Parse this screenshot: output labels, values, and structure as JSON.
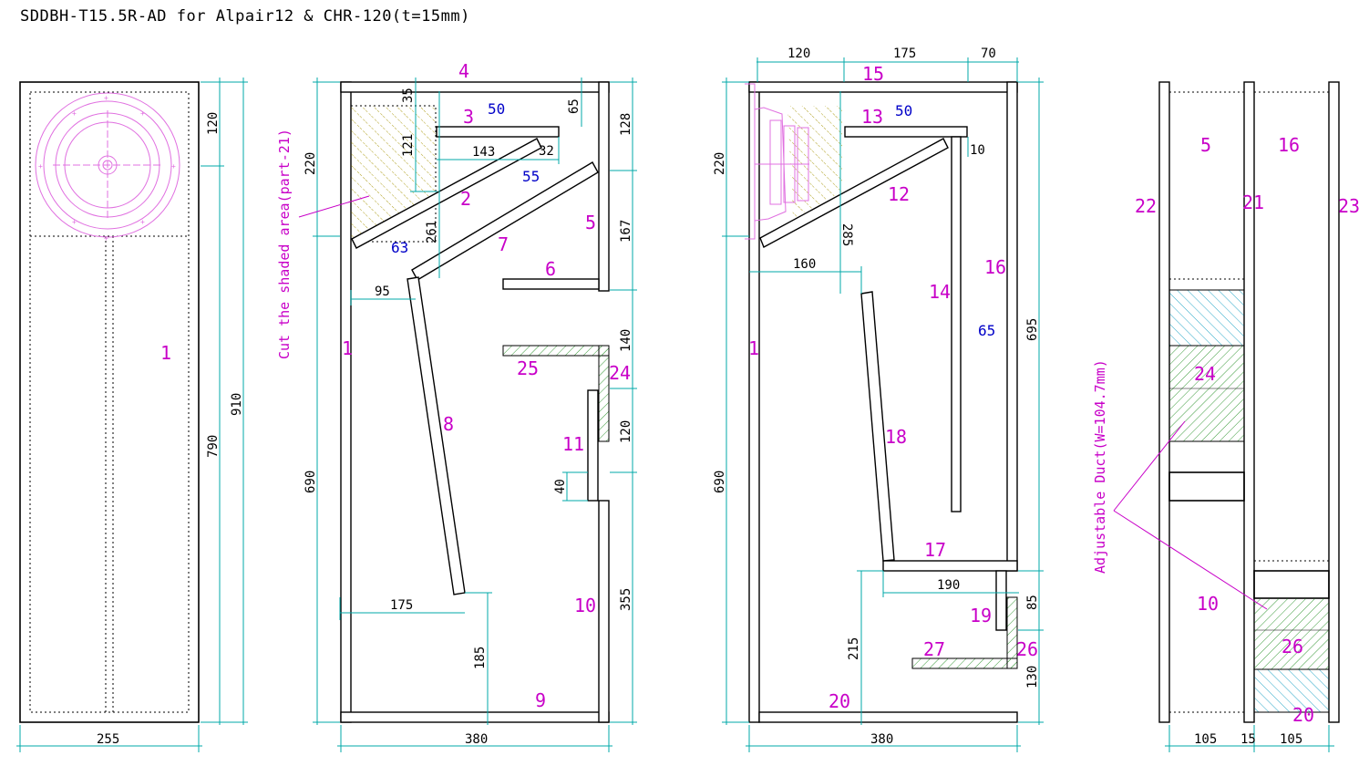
{
  "title": "SDDBH-T15.5R-AD for Alpair12 & CHR-120(t=15mm)",
  "annotations": {
    "cut_note": "Cut the shaded area(part-21)",
    "duct_note": "Adjustable Duct(W=104.7mm)"
  },
  "front_view": {
    "part_labels": [
      "1"
    ],
    "dims": [
      "120",
      "790",
      "910",
      "255"
    ]
  },
  "section_a": {
    "part_labels": [
      "1",
      "2",
      "3",
      "4",
      "5",
      "6",
      "7",
      "8",
      "9",
      "10",
      "11",
      "24",
      "25"
    ],
    "blue_labels": [
      "50",
      "55",
      "63"
    ],
    "dims": [
      "35",
      "65",
      "128",
      "220",
      "121",
      "143",
      "32",
      "261",
      "167",
      "95",
      "140",
      "120",
      "40",
      "690",
      "175",
      "355",
      "185",
      "380"
    ]
  },
  "section_b": {
    "part_labels": [
      "1",
      "12",
      "13",
      "14",
      "15",
      "16",
      "17",
      "18",
      "19",
      "20",
      "26",
      "27"
    ],
    "blue_labels": [
      "50",
      "65"
    ],
    "dims": [
      "120",
      "175",
      "70",
      "220",
      "10",
      "285",
      "160",
      "695",
      "690",
      "190",
      "85",
      "215",
      "130",
      "380"
    ]
  },
  "side_view": {
    "part_labels": [
      "5",
      "16",
      "22",
      "21",
      "23",
      "24",
      "10",
      "26",
      "20"
    ],
    "dims": [
      "105",
      "15",
      "105"
    ]
  },
  "colors": {
    "part_label": "#c800c8",
    "dimension": "#00a8a8",
    "blue_label": "#0000c8",
    "hatch_green": "#3a9a3a",
    "hatch_cyan": "#2aa8c8",
    "hatch_yellow": "#b0a020"
  }
}
